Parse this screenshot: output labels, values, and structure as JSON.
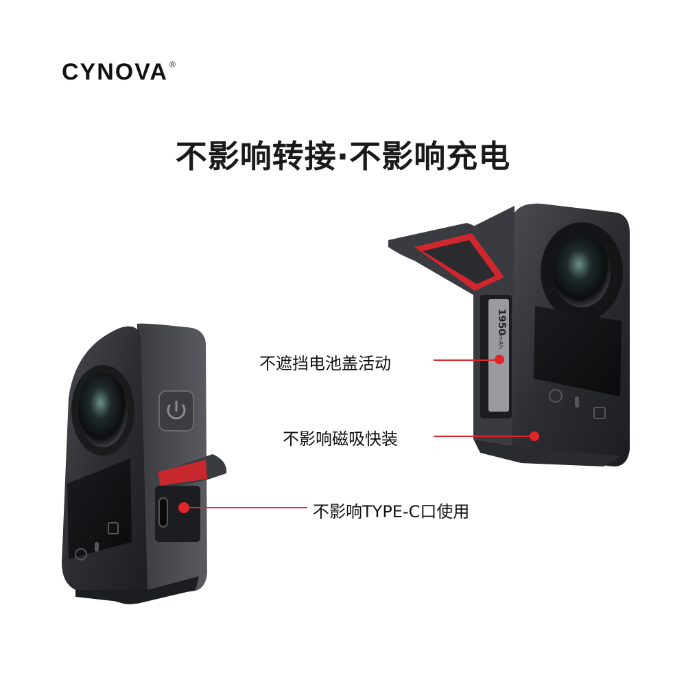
{
  "brand": {
    "name": "CYNOVA",
    "mark": "®"
  },
  "headline": "不影响转接·不影响充电",
  "callouts": [
    "不遮挡电池盖活动",
    "不影响磁吸快装",
    "不影响TYPE-C口使用"
  ],
  "battery_text": {
    "capacity": "1950",
    "unit": "mAh"
  },
  "colors": {
    "accent": "#e0262b",
    "body": "#2b2c30",
    "text": "#111111"
  }
}
